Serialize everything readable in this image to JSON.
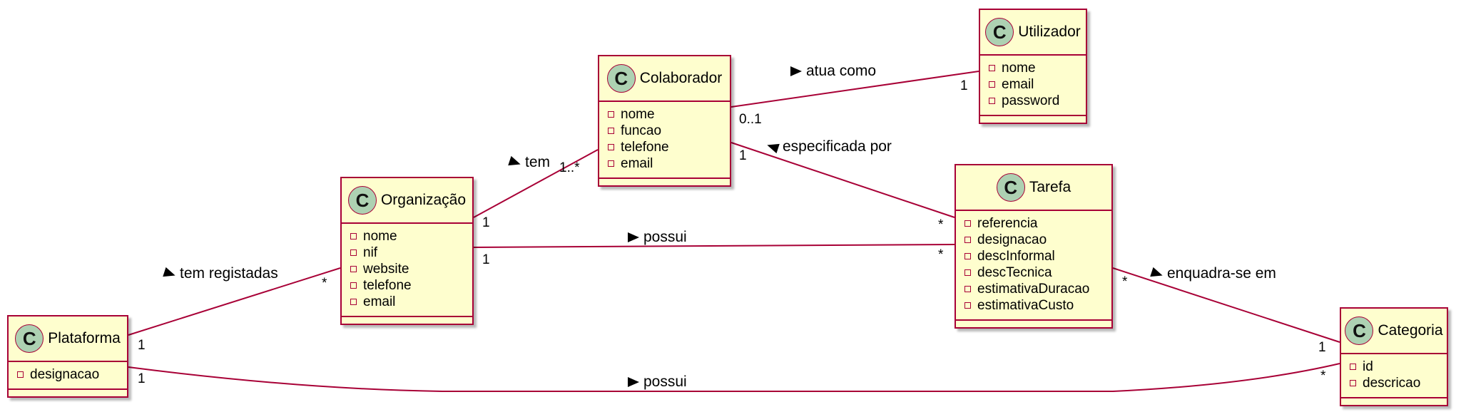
{
  "classes": {
    "utilizador": {
      "icon": "C",
      "name": "Utilizador",
      "attributes": [
        "nome",
        "email",
        "password"
      ]
    },
    "colaborador": {
      "icon": "C",
      "name": "Colaborador",
      "attributes": [
        "nome",
        "funcao",
        "telefone",
        "email"
      ]
    },
    "organizacao": {
      "icon": "C",
      "name": "Organização",
      "attributes": [
        "nome",
        "nif",
        "website",
        "telefone",
        "email"
      ]
    },
    "tarefa": {
      "icon": "C",
      "name": "Tarefa",
      "attributes": [
        "referencia",
        "designacao",
        "descInformal",
        "descTecnica",
        "estimativaDuracao",
        "estimativaCusto"
      ]
    },
    "plataforma": {
      "icon": "C",
      "name": "Plataforma",
      "attributes": [
        "designacao"
      ]
    },
    "categoria": {
      "icon": "C",
      "name": "Categoria",
      "attributes": [
        "id",
        "descricao"
      ]
    }
  },
  "associations": {
    "atua_como": {
      "label": "atua como",
      "mult_source": "0..1",
      "mult_target": "1"
    },
    "especificada_por": {
      "label": "especificada por",
      "mult_source": "1",
      "mult_target": "*"
    },
    "tem": {
      "label": "tem",
      "mult_source": "1",
      "mult_target": "1..*"
    },
    "possui_tarefa": {
      "label": "possui",
      "mult_source": "1",
      "mult_target": "*"
    },
    "tem_registadas": {
      "label": "tem registadas",
      "mult_source": "1",
      "mult_target": "*"
    },
    "enquadra_se_em": {
      "label": "enquadra-se em",
      "mult_source": "*",
      "mult_target": "1"
    },
    "possui_categoria": {
      "label": "possui",
      "mult_source": "1",
      "mult_target": "*"
    }
  },
  "colors": {
    "class_fill": "#FEFECE",
    "border": "#A80036",
    "icon_fill": "#ADD1B2"
  }
}
